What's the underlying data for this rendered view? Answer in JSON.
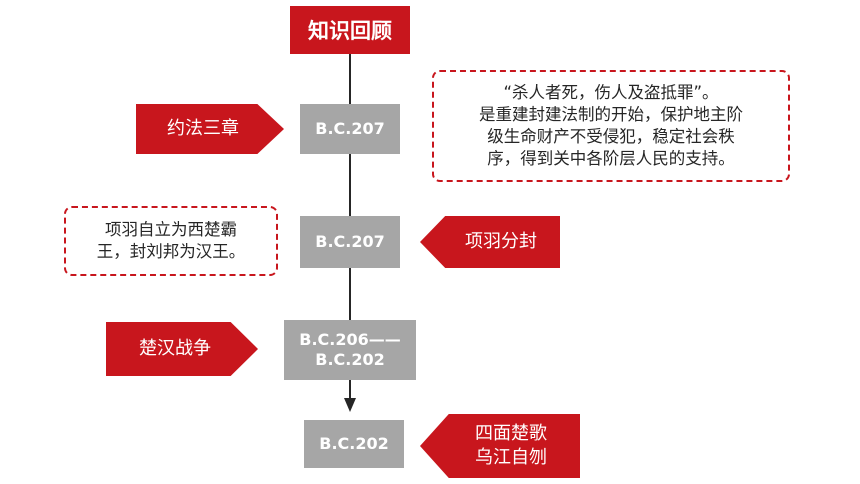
{
  "title": "知识回顾",
  "events": [
    {
      "date": "B.C.207",
      "label": "约法三章",
      "note_lines": [
        "“杀人者死，伤人及盗抵罪”。",
        "是重建封建法制的开始，保护地主阶",
        "级生命财产不受侵犯，稳定社会秩",
        "序，得到关中各阶层人民的支持。"
      ]
    },
    {
      "date": "B.C.207",
      "label": "项羽分封",
      "note_lines": [
        "项羽自立为西楚霸",
        "王，封刘邦为汉王。"
      ]
    },
    {
      "date_line1": "B.C.206——",
      "date_line2": "B.C.202",
      "label": "楚汉战争"
    },
    {
      "date": "B.C.202",
      "label_line1": "四面楚歌",
      "label_line2": "乌江自刎"
    }
  ],
  "colors": {
    "accent": "#c8161d",
    "date_box": "#a6a6a6",
    "line": "#262626"
  }
}
